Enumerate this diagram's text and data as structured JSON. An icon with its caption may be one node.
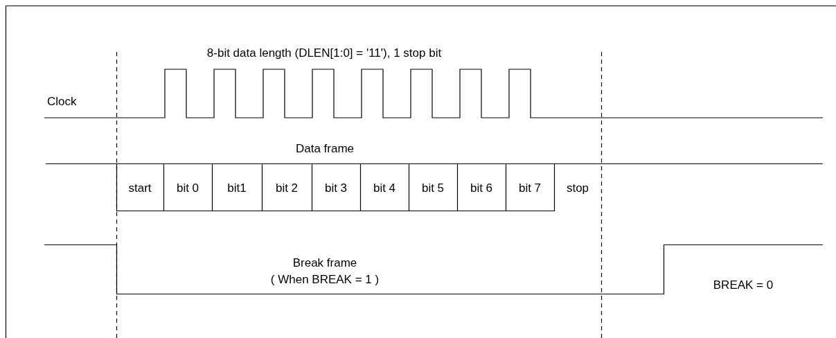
{
  "diagram": {
    "title": "8-bit data length (DLEN[1:0] = '11'), 1 stop bit",
    "labels": [
      "Clock",
      "Data frame",
      "start",
      "bit 0",
      "bit1",
      "bit 2",
      "bit 3",
      "bit 4",
      "bit 5",
      "bit 6",
      "bit 7",
      "stop",
      "Break frame",
      "( When BREAK = 1 )",
      "BREAK = 0"
    ]
  }
}
